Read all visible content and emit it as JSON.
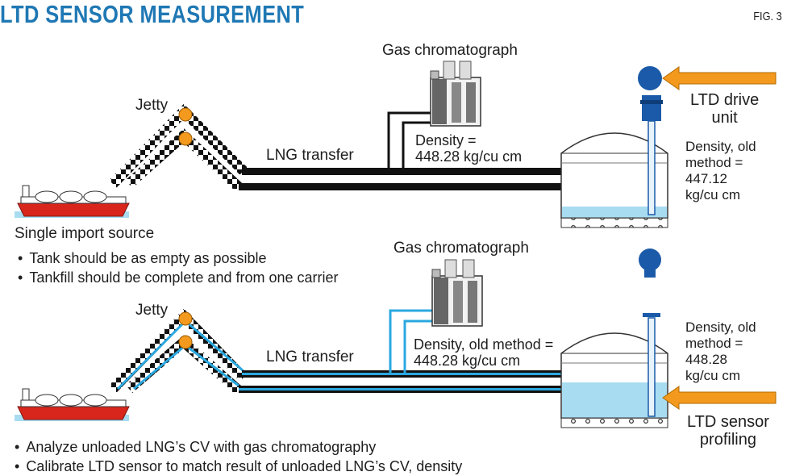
{
  "header": {
    "title": "LTD SENSOR MEASUREMENT",
    "fig": "FIG. 3"
  },
  "top": {
    "jetty": "Jetty",
    "gc_label": "Gas chromatograph",
    "gc_density": [
      "Density =",
      "448.28 kg/cu cm"
    ],
    "transfer": "LNG transfer",
    "drive_unit": [
      "LTD drive",
      "unit"
    ],
    "tank_density": [
      "Density, old",
      "method =",
      "447.12",
      "kg/cu cm"
    ],
    "source_label": "Single import source",
    "bullets": [
      "Tank should be as empty as possible",
      "Tankfill should be complete and from one carrier"
    ]
  },
  "bottom": {
    "jetty": "Jetty",
    "gc_label": "Gas chromatograph",
    "gc_density": [
      "Density, old method =",
      "448.28 kg/cu cm"
    ],
    "transfer": "LNG transfer",
    "sensor_profiling": [
      "LTD sensor",
      "profiling"
    ],
    "tank_density": [
      "Density, old",
      "method =",
      "448.28",
      "kg/cu cm"
    ],
    "bullets": [
      "Analyze unloaded LNG’s CV with gas chromatography",
      "Calibrate LTD sensor to match result of unloaded LNG’s CV, density"
    ]
  },
  "colors": {
    "title_blue": "#1f78b4",
    "pipe_blue": "#2aa8e0",
    "arrow_orange": "#f39a1e",
    "liquid_blue": "#a8dcf0",
    "ship_red": "#d9261c",
    "jetty_orange": "#f39a1e",
    "instrument_blue": "#1a5aa8"
  }
}
